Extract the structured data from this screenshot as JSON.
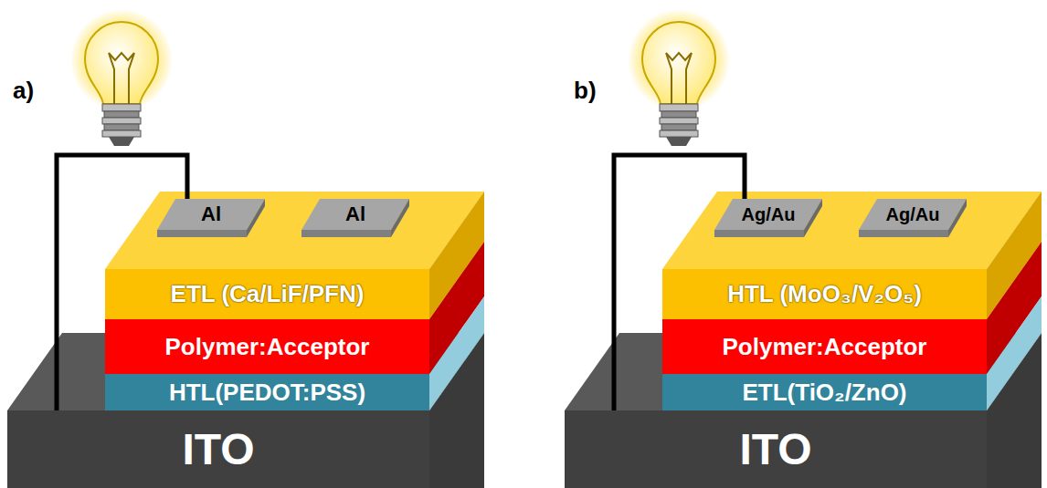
{
  "diagram": {
    "nodes": [
      {
        "text": [
          "ITO"
        ]
      },
      {
        "text": [
          "HTL(PEDOT:PSS)"
        ]
      },
      {
        "text": [
          "Polymer:Acceptor"
        ]
      },
      {
        "text": [
          "ETL (Ca/LiF/PFN)"
        ]
      },
      {
        "text": [
          "Al"
        ]
      },
      {
        "text": [
          "Al"
        ]
      },
      {
        "text": [
          "ITO"
        ]
      },
      {
        "text": [
          "ETL(TiO₂/ZnO)"
        ]
      },
      {
        "text": [
          "Polymer:Acceptor"
        ]
      },
      {
        "text": [
          "HTL (MoO₃/V₂O₅)"
        ]
      },
      {
        "text": [
          "Ag/Au"
        ]
      },
      {
        "text": [
          "Ag/Au"
        ]
      }
    ],
    "edges": [
      {
        "from": 0,
        "to": 4,
        "arrow": "none"
      },
      {
        "from": 6,
        "to": 10,
        "arrow": "none"
      }
    ],
    "labels": [
      "a)",
      "b)"
    ]
  }
}
